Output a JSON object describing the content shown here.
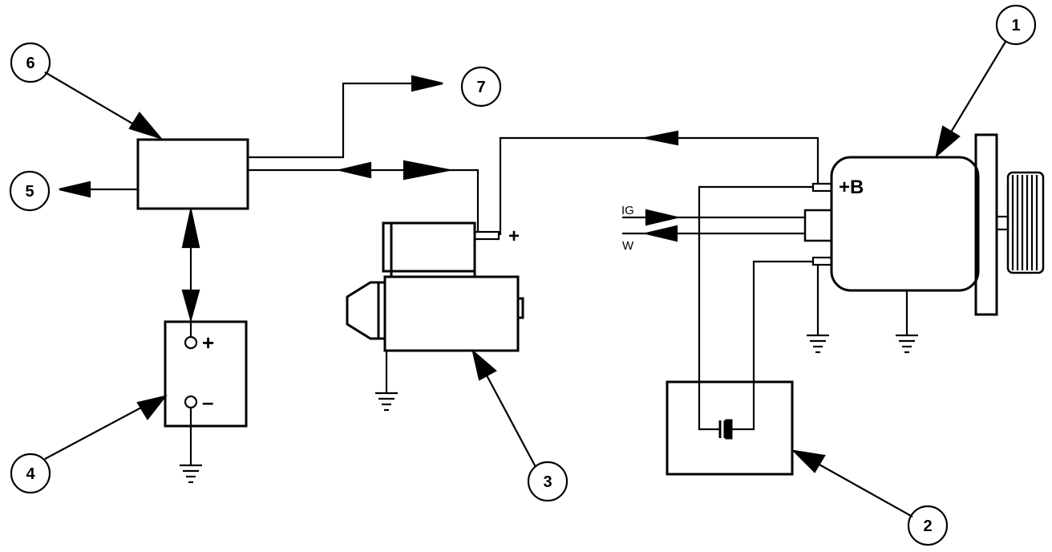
{
  "callouts": {
    "c1": "1",
    "c2": "2",
    "c3": "3",
    "c4": "4",
    "c5": "5",
    "c6": "6",
    "c7": "7"
  },
  "alternator": {
    "b_terminal": "+B",
    "ig_label": "IG",
    "w_label": "W"
  },
  "starter": {
    "plus_terminal": "+"
  },
  "battery": {
    "plus_terminal": "+",
    "minus_terminal": "–"
  }
}
